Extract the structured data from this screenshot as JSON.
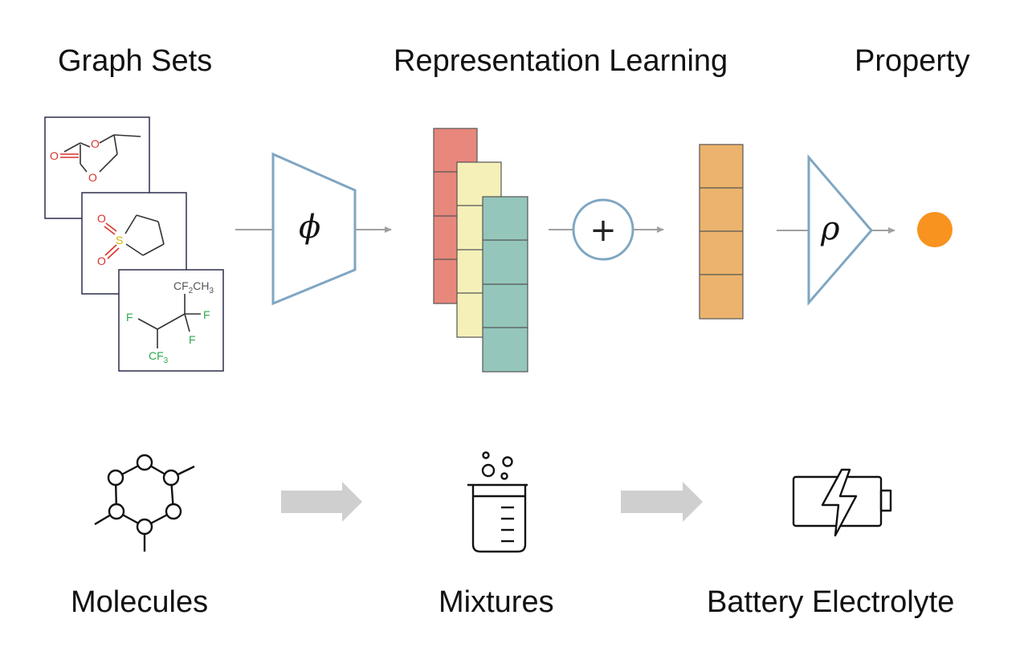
{
  "headings": {
    "graph_sets": "Graph Sets",
    "representation_learning": "Representation Learning",
    "property": "Property"
  },
  "captions": {
    "molecules": "Molecules",
    "mixtures": "Mixtures",
    "battery_electrolyte": "Battery Electrolyte"
  },
  "molecules": {
    "carbonate": {
      "atom_o1": "O",
      "atom_o2": "O",
      "atom_o3": "O"
    },
    "sulfolane": {
      "atom_s": "S",
      "atom_o1": "O",
      "atom_o2": "O"
    },
    "fluorinated": {
      "group_top": "CF",
      "group_top_sub": "2",
      "group_top_tail": "CH",
      "group_top_tail_sub": "3",
      "atom_f_left": "F",
      "atom_f_right": "F",
      "atom_f_down": "F",
      "group_bottom": "CF",
      "group_bottom_sub": "3"
    }
  },
  "symbols": {
    "phi": "ϕ",
    "plus": "+",
    "rho": "ρ"
  },
  "colors": {
    "encoder_stroke": "#7fa6c2",
    "arrow_gray": "#a0a0a0",
    "embedding_red": "#e8877c",
    "embedding_yellow": "#f5f0b8",
    "embedding_teal": "#94c6bb",
    "aggregate_orange": "#ebb36d",
    "property_dot": "#f7931e",
    "oxygen_red": "#d9332b",
    "sulfur_yellow": "#d4b400",
    "fluorine_green": "#2fa84f",
    "flow_arrow": "#cfcfcf"
  },
  "icons": {
    "molecule": "molecule-graph-icon",
    "mixture": "beaker-bubbles-icon",
    "battery": "battery-charge-icon"
  }
}
